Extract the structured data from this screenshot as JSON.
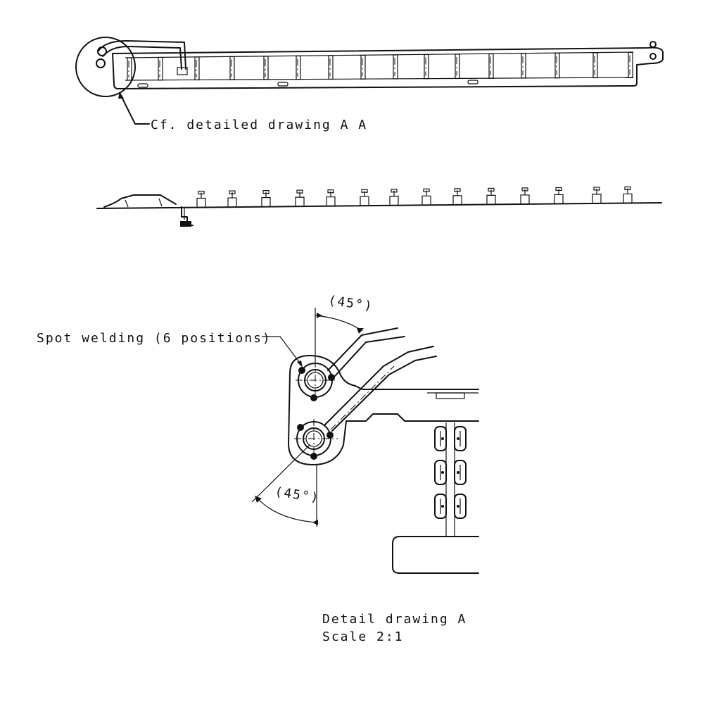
{
  "drawing": {
    "callout_detail": "Cf. detailed drawing A A",
    "spot_welding": "Spot welding (6 positions)",
    "angle_top": "(45°)",
    "angle_bottom": "(45°)",
    "detail_title": "Detail drawing  A",
    "detail_scale": "Scale  2:1"
  },
  "colors": {
    "ink": "#111111",
    "paper": "#ffffff"
  },
  "icons": [
    "spot-weld-dot-icon",
    "pivot-hole-icon"
  ]
}
